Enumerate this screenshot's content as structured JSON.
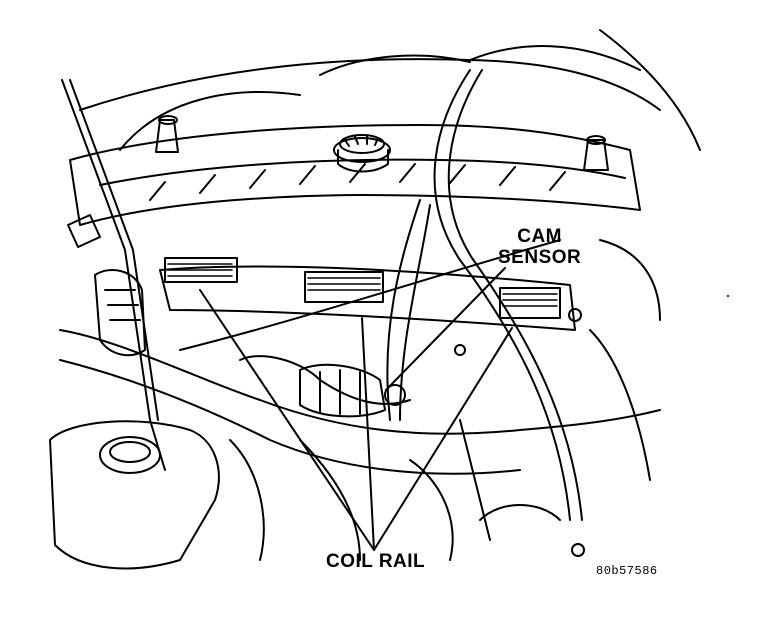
{
  "labels": {
    "cam_line1": "CAM",
    "cam_line2": "SENSOR",
    "coil_rail": "COIL RAIL",
    "figure_code": "80b57586"
  },
  "colors": {
    "ink": "#000000",
    "paper": "#ffffff"
  }
}
